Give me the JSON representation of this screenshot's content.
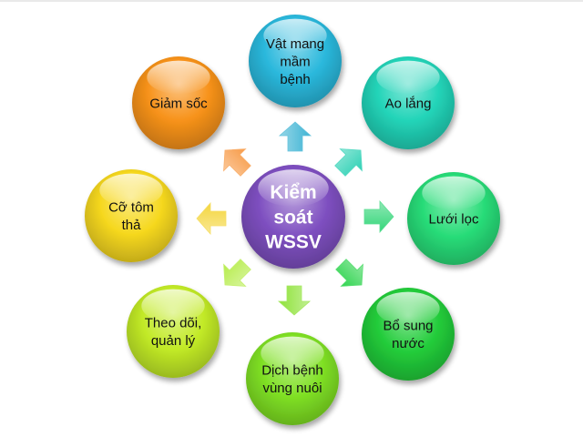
{
  "colors": {
    "center": "#7e4fc0",
    "arrow_orange": "#f79b48",
    "arrow_blue": "#3fb4d4",
    "arrow_teal": "#2fd1b5",
    "arrow_green": "#33d679",
    "arrow_yellow": "#f4d63e",
    "arrow_lime": "#b6ec4c"
  },
  "center": {
    "lines": [
      "Kiểm",
      "soát",
      "WSSV"
    ],
    "color": "#7e4fc0"
  },
  "nodes": [
    {
      "id": "vat-mang-mam-benh",
      "lines": [
        "Vật mang",
        "mầm",
        "bệnh"
      ],
      "color": "#2ab8dc"
    },
    {
      "id": "ao-lang",
      "lines": [
        "Ao lắng"
      ],
      "color": "#22d4b8"
    },
    {
      "id": "luoi-loc",
      "lines": [
        "Lưới lọc"
      ],
      "color": "#28dc78"
    },
    {
      "id": "bo-sung-nuoc",
      "lines": [
        "Bổ sung",
        "nước"
      ],
      "color": "#22cc3a"
    },
    {
      "id": "dich-benh-vung-nuoi",
      "lines": [
        "Dịch bệnh",
        "vùng nuôi"
      ],
      "color": "#7fe024"
    },
    {
      "id": "theo-doi-quan-ly",
      "lines": [
        "Theo dõi,",
        "quản lý"
      ],
      "color": "#c2ea26"
    },
    {
      "id": "co-tom-tha",
      "lines": [
        "Cỡ tôm",
        "thả"
      ],
      "color": "#f6d81f"
    },
    {
      "id": "giam-soc",
      "lines": [
        "Giảm sốc"
      ],
      "color": "#f7921a"
    }
  ],
  "arrows": [
    {
      "name": "arrow-up-icon",
      "color": "#3fb4d4"
    },
    {
      "name": "arrow-up-right-icon",
      "color": "#2fd1b5"
    },
    {
      "name": "arrow-right-icon",
      "color": "#33d679"
    },
    {
      "name": "arrow-down-right-icon",
      "color": "#2fd44f"
    },
    {
      "name": "arrow-down-icon",
      "color": "#8fe23a"
    },
    {
      "name": "arrow-down-left-icon",
      "color": "#b6ec4c"
    },
    {
      "name": "arrow-left-icon",
      "color": "#f4d63e"
    },
    {
      "name": "arrow-up-left-icon",
      "color": "#f79b48"
    }
  ]
}
